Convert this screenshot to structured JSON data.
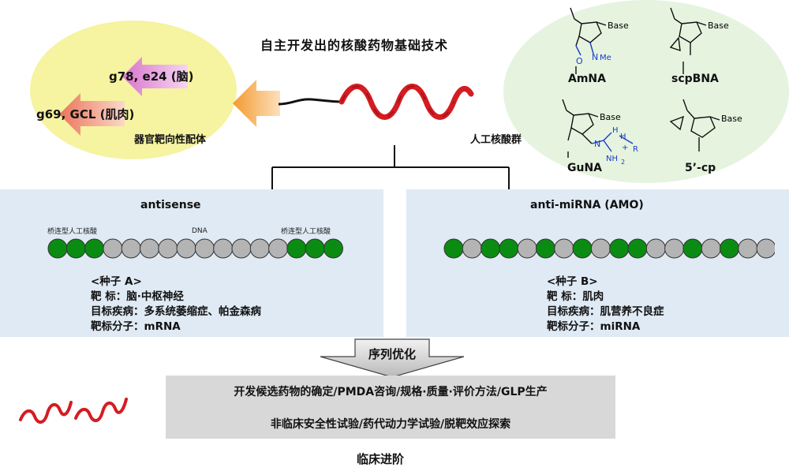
{
  "title": "自主开发出的核酸药物基础技术",
  "ligands": {
    "arrow1_label": "g78, e24 (脑)",
    "arrow2_label": "g69, GCL (肌肉)",
    "caption": "器官靶向性配体"
  },
  "nucleic": {
    "caption": "人工核酸群",
    "chemicals": [
      {
        "name": "AmNA",
        "base": "Base",
        "group": "Me"
      },
      {
        "name": "scpBNA",
        "base": "Base"
      },
      {
        "name": "GuNA",
        "base": "Base"
      },
      {
        "name": "5’-cp",
        "base": "Base"
      }
    ],
    "guna_groups": {
      "r": "R",
      "h1": "H",
      "h2": "H",
      "nh2": "NH",
      "sub2": "2",
      "plus": "+"
    }
  },
  "left_panel": {
    "title": "antisense",
    "label_left": "桥连型人工核酸",
    "label_mid": "DNA",
    "label_right": "桥连型人工核酸",
    "beads": [
      "g",
      "g",
      "g",
      "x",
      "x",
      "x",
      "x",
      "x",
      "x",
      "x",
      "x",
      "x",
      "x",
      "g",
      "g",
      "g"
    ],
    "seed": "<种子  A>",
    "target": "靶    标：脑·中枢神经",
    "disease": "目标疾病：多系统萎缩症、帕金森病",
    "molecule": "靶标分子：mRNA"
  },
  "right_panel": {
    "title": "anti-miRNA (AMO)",
    "beads": [
      "g",
      "x",
      "g",
      "g",
      "x",
      "g",
      "x",
      "g",
      "x",
      "g",
      "g",
      "x",
      "x",
      "g",
      "x",
      "g",
      "x",
      "x"
    ],
    "seed": "<种子  B>",
    "target": "靶    标：肌肉",
    "disease": "目标疾病：肌营养不良症",
    "molecule": "靶标分子：miRNA"
  },
  "optimization": "序列优化",
  "dev_line1": "开发候选药物的确定/PMDA咨询/规格·质量·评价方法/GLP生产",
  "dev_line2": "非临床安全性试验/药代动力学试验/脱靶效应探索",
  "clinical": "临床进阶",
  "colors": {
    "green_bead": "#0a8c12",
    "gray_bead": "#b4b4b4",
    "panel": "#dfeaf4",
    "ellipse_yellow": "#f6f3a1",
    "ellipse_green": "#e5f3df",
    "helix_red": "#d41c22",
    "pink_arrow": "#e39ad8",
    "salmon_arrow": "#ef9a7e",
    "orange_arrow": "#f5ac56",
    "chem_blue": "#1a3cc8"
  }
}
